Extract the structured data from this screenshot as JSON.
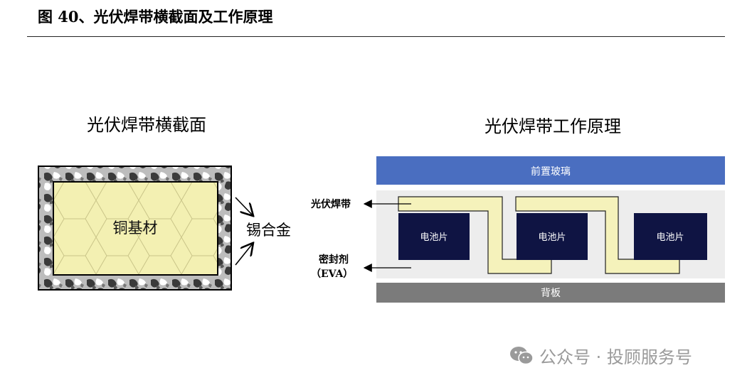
{
  "figure_title": "图 40、光伏焊带横截面及工作原理",
  "left_panel": {
    "title": "光伏焊带横截面",
    "core_label": "铜基材",
    "coating_label": "锡合金"
  },
  "right_panel": {
    "title": "光伏焊带工作原理",
    "front_glass": "前置玻璃",
    "back_sheet": "背板",
    "ribbon_label": "光伏焊带",
    "encapsulant_label_line1": "密封剂",
    "encapsulant_label_line2": "（EVA）",
    "cells": [
      "电池片",
      "电池片",
      "电池片"
    ]
  },
  "colors": {
    "copper_core": "#f3f0b2",
    "ribbon": "#f5f2bb",
    "front_glass": "#4a6ec0",
    "back_sheet": "#7b7b7b",
    "cell": "#0f1443",
    "encapsulant": "#ededed"
  },
  "watermark": {
    "text": "公众号 · 投顾服务号",
    "icon": "wechat-icon"
  }
}
